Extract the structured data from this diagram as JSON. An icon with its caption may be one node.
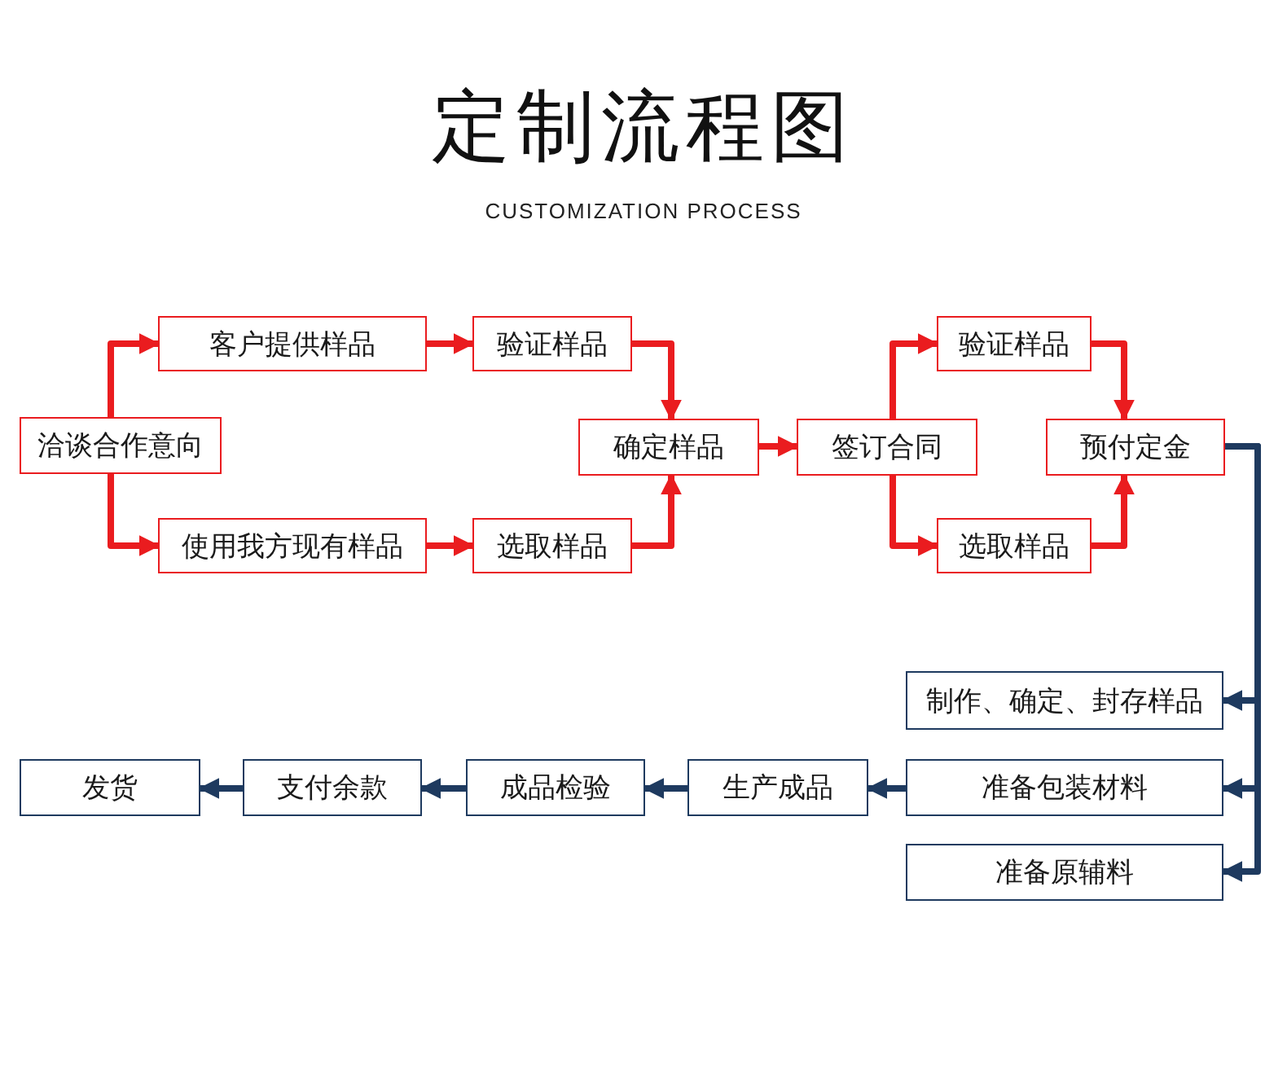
{
  "diagram": {
    "title": "定制流程图",
    "nodes": [
      {
        "text": [
          "洽谈合作意向"
        ]
      },
      {
        "text": [
          "客户提供样品"
        ]
      },
      {
        "text": [
          "验证样品"
        ]
      },
      {
        "text": [
          "使用我方现有样品"
        ]
      },
      {
        "text": [
          "选取样品"
        ]
      },
      {
        "text": [
          "确定样品"
        ]
      },
      {
        "text": [
          "签订合同"
        ]
      },
      {
        "text": [
          "验证样品"
        ]
      },
      {
        "text": [
          "选取样品"
        ]
      },
      {
        "text": [
          "预付定金"
        ]
      },
      {
        "text": [
          "制作、确定、封存样品"
        ]
      },
      {
        "text": [
          "准备包装材料"
        ]
      },
      {
        "text": [
          "准备原辅料"
        ]
      },
      {
        "text": [
          "生产成品"
        ]
      },
      {
        "text": [
          "成品检验"
        ]
      },
      {
        "text": [
          "支付余款"
        ]
      },
      {
        "text": [
          "发货"
        ]
      }
    ],
    "edges": [
      {
        "from": 0,
        "to": 1,
        "arrow": "to"
      },
      {
        "from": 0,
        "to": 3,
        "arrow": "to"
      },
      {
        "from": 1,
        "to": 2,
        "arrow": "to"
      },
      {
        "from": 3,
        "to": 4,
        "arrow": "to"
      },
      {
        "from": 2,
        "to": 5,
        "arrow": "to"
      },
      {
        "from": 4,
        "to": 5,
        "arrow": "to"
      },
      {
        "from": 5,
        "to": 6,
        "arrow": "to"
      },
      {
        "from": 6,
        "to": 7,
        "arrow": "to"
      },
      {
        "from": 6,
        "to": 8,
        "arrow": "to"
      },
      {
        "from": 7,
        "to": 9,
        "arrow": "to"
      },
      {
        "from": 8,
        "to": 9,
        "arrow": "to"
      },
      {
        "from": 9,
        "to": 10,
        "arrow": "to",
        "color": "#1e3a5f"
      },
      {
        "from": 9,
        "to": 11,
        "arrow": "to",
        "color": "#1e3a5f"
      },
      {
        "from": 9,
        "to": 12,
        "arrow": "to",
        "color": "#1e3a5f"
      },
      {
        "from": 11,
        "to": 13,
        "arrow": "to",
        "color": "#1e3a5f"
      },
      {
        "from": 13,
        "to": 14,
        "arrow": "to",
        "color": "#1e3a5f"
      },
      {
        "from": 14,
        "to": 15,
        "arrow": "to",
        "color": "#1e3a5f"
      },
      {
        "from": 15,
        "to": 16,
        "arrow": "to",
        "color": "#1e3a5f"
      }
    ],
    "labels": [
      "CUSTOMIZATION PROCESS"
    ]
  }
}
